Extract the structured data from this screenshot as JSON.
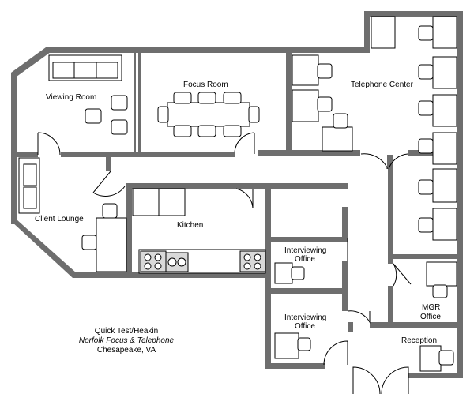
{
  "rooms": {
    "viewing_room": "Viewing Room",
    "focus_room": "Focus Room",
    "telephone_center": "Telephone Center",
    "client_lounge": "Client Lounge",
    "kitchen": "Kitchen",
    "interviewing_office_1_line1": "Interviewing",
    "interviewing_office_1_line2": "Office",
    "interviewing_office_2_line1": "Interviewing",
    "interviewing_office_2_line2": "Office",
    "mgr_office_line1": "MGR",
    "mgr_office_line2": "Office",
    "reception": "Reception"
  },
  "caption": {
    "line1": "Quick Test/Heakin",
    "line2": "Norfolk Focus & Telephone",
    "line3": "Chesapeake, VA"
  },
  "colors": {
    "wall": "#6e6e6e",
    "furniture_fill": "#ffffff",
    "appliance_fill": "#d9d9d9",
    "line": "#000000"
  }
}
